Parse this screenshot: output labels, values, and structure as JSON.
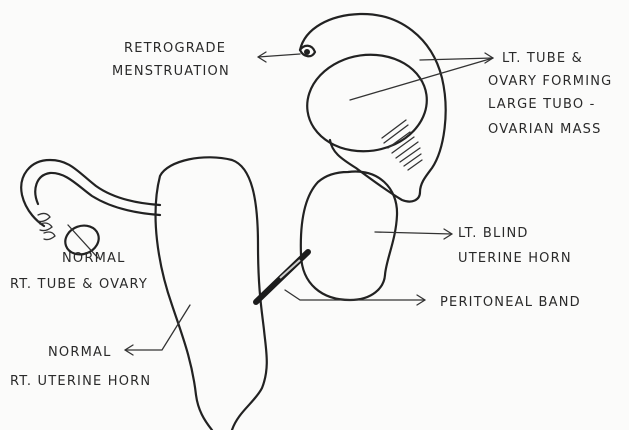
{
  "labels": {
    "retrograde_1": "RETROGRADE",
    "retrograde_2": "MENSTRUATION",
    "lt_tube_1": "LT. TUBE &",
    "lt_tube_2": "OVARY FORMING",
    "lt_tube_3": "LARGE TUBO -",
    "lt_tube_4": "OVARIAN MASS",
    "blind_horn_1": "LT. BLIND",
    "blind_horn_2": "UTERINE HORN",
    "peritoneal_band": "PERITONEAL BAND",
    "rt_tube_1": "NORMAL",
    "rt_tube_2": "RT. TUBE & OVARY",
    "rt_horn_1": "NORMAL",
    "rt_horn_2": "RT. UTERINE HORN"
  }
}
